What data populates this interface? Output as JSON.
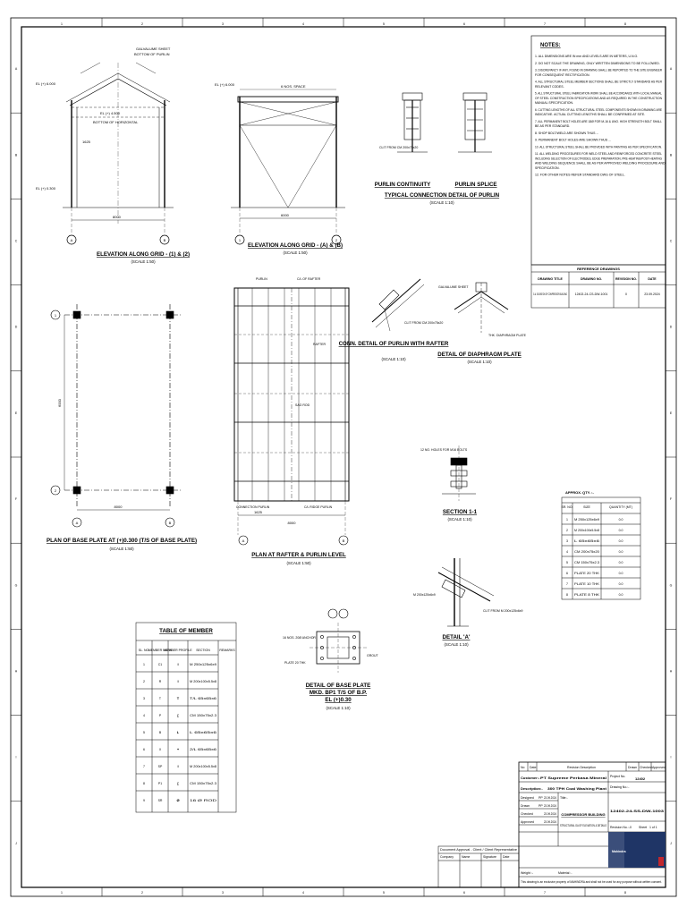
{
  "border": {
    "cols": [
      "1",
      "2",
      "3",
      "4",
      "5",
      "6",
      "7",
      "8"
    ],
    "rows": [
      "A",
      "B",
      "C",
      "D",
      "E",
      "F",
      "G",
      "H",
      "I",
      "J"
    ]
  },
  "elevation_grid_1_2": {
    "title": "ELEVATION ALONG GRID - (1) & (2)",
    "scale": "(SCALE 1:50)",
    "labels": {
      "top_level": "EL (+) 6.000",
      "eave_level": "EL (+) 4.500",
      "base_level": "EL (+) 0.300",
      "span": "8000",
      "dim_left": "1625",
      "note_a": "GALVALUME SHEET",
      "note_b": "BOTTOM OF PURLIN",
      "note_c": "BOTTOM OF HORIZONTAL"
    },
    "grids": [
      "A",
      "B"
    ]
  },
  "elevation_grid_a_b": {
    "title": "ELEVATION ALONG GRID - (A) & (B)",
    "scale": "(SCALE 1:50)",
    "labels": {
      "level": "EL (+) 6.000",
      "top_dim": "6 NOS. SPACE",
      "span": "6000"
    },
    "grids": [
      "1",
      "2"
    ]
  },
  "purlin_details": {
    "continuity": "PURLIN CONTINUITY",
    "splice": "PURLIN SPLICE",
    "title": "TYPICAL CONNECTION DETAIL OF PURLIN",
    "scale": "(SCALE 1:10)",
    "cleat": "CLIT FROM\nCM 200x75x20"
  },
  "notes": {
    "heading": "NOTES:",
    "items": [
      "1. ALL DIMENSIONS ARE IN mm AND LEVELS ARE IN METERS, U.N.O.",
      "2. DO NOT SCALE THE DRAWING, ONLY WRITTEN DIMENSIONS TO BE FOLLOWED.",
      "3. DISCREPANCY IF ANY, FOUND IN DRAWING SHALL BE REPORTED TO THE SITE ENGINEER FOR CONSEQUENT RECTIFICATION.",
      "4. ALL STRUCTURAL STEEL MEMBER SECTIONS SHALL BE STRICTLY STANDARD AS PER RELEVANT CODES.",
      "5. ALL STRUCTURAL STEEL FABRICATION WORK SHALL BE ACCORDANCE WITH LOCAL MANUAL OF STEEL CONSTRUCTION SPECIFICATIONS AND AS REQUIRED IN THE CONSTRUCTION MANUAL SPECIFICATION.",
      "6. CUTTING LENGTHS OF ALL STRUCTURAL STEEL COMPONENTS SHOWN IN DRAWING ARE INDICATIVE. ACTUAL CUTTING LENGTHS SHALL BE CONFIRMED AT SITE.",
      "7. ALL PERMANENT BOLT HOLES ARE 18Ø FOR M-16 & UNO. HIGH STRENGTH BOLT SHALL BE AS PER STANDARD.",
      "8. SHOP BOLT/WELD ARE SHOWN THUS ...",
      "9. PERMANENT BOLT HOLES ARE SHOWN THUS ...",
      "10. ALL STRUCTURAL STEEL SHALL BE PROVIDED WITH PAINTING AS PER SPECIFICATION.",
      "11. ALL WELDING PROCEDURES FOR WELD STEEL AND REINFORCED CONCRETE STEEL INCLUDING SELECTION OF ELECTRODES, EDGE PREPARATION, PRE-HEATING/POST-HEATING AND WELDING SEQUENCE SHALL BE AS PER APPROVED WELDING PROCEDURE AND SPECIFICATION.",
      "12. FOR OTHER NOTES REFER STANDARD DWG OF STEEL."
    ]
  },
  "reference_drawings": {
    "heading": "REFERENCE DRAWINGS",
    "columns": [
      "DRAWING TITLE",
      "DRAWING NO.",
      "REVISION NO.",
      "DATE"
    ],
    "rows": [
      [
        "G.A. ELEVATION OF COMPRESSOR BUILDING",
        "12402-24-CS-DW-1001",
        "0",
        "23.09.2024"
      ]
    ]
  },
  "base_plate_plan": {
    "title": "PLAN OF BASE PLATE AT (+)0.300 (T/S OF BASE PLATE)",
    "scale": "(SCALE 1:50)",
    "span": "8000",
    "depth": "6000",
    "grids_h": [
      "A",
      "B"
    ],
    "grids_v": [
      "1",
      "2"
    ]
  },
  "rafter_plan": {
    "title": "PLAN AT RAFTER & PURLIN LEVEL",
    "scale": "(SCALE 1:50)",
    "span": "8000",
    "dim_left": "1625",
    "labels": {
      "purlin": "PURLIN",
      "cl_rafter": "C/L OF RAFTER",
      "rafter": "RAFTER",
      "sag_rod": "SAG ROD",
      "connection": "CONNECTION PURLIN",
      "cl_ridge": "C/L RIDGE PURLIN"
    },
    "grids_h": [
      "A",
      "B"
    ]
  },
  "purlin_rafter_detail": {
    "title": "CONN. DETAIL OF PURLIN WITH RAFTER",
    "scale": "(SCALE 1:10)",
    "cleat": "CLIT FROM CM 200x75x20"
  },
  "diaphragm_detail": {
    "title": "DETAIL OF DIAPHRAGM PLATE",
    "scale": "(SCALE 1:10)",
    "label_a": "GALVALUME SHEET",
    "label_b": "THK. DIAPHRAGM PLATE"
  },
  "section_1": {
    "title": "SECTION 1-1",
    "scale": "(SCALE 1:10)",
    "label": "12 NO. HOLES FOR M16 BOLTS"
  },
  "detail_a": {
    "title": "DETAIL 'A'",
    "scale": "(SCALE 1:10)",
    "label_a": "CLIT FROM M 200x125x6x9",
    "label_b": "M 200x125x6x9"
  },
  "approx_qty": {
    "heading": "APPROX. QTY. :-",
    "columns": [
      "SR. NO.",
      "SIZE",
      "QUANTITY (MT)"
    ],
    "rows": [
      [
        "1",
        "M 250x125x6x9",
        "0.0"
      ],
      [
        "2",
        "M 200x100x5.5x8",
        "0.0"
      ],
      [
        "3",
        "L 65x65x6",
        "0.0"
      ],
      [
        "4",
        "CM 200x75x20",
        "0.0"
      ],
      [
        "5",
        "CM 150x75x2.3",
        "0.0"
      ],
      [
        "6",
        "PLATE 20 THK",
        "0.0"
      ],
      [
        "7",
        "PLATE 10 THK",
        "0.0"
      ],
      [
        "8",
        "PLATE 8 THK",
        "0.0"
      ]
    ]
  },
  "member_table": {
    "heading": "TABLE OF MEMBER",
    "columns": [
      "SL. NO.",
      "MEMBER MARK",
      "MEMBER PROFILE",
      "SECTION",
      "REMARKS"
    ],
    "rows": [
      [
        "1",
        "C1",
        "I",
        "M 250x125x6x9",
        ""
      ],
      [
        "2",
        "R",
        "I",
        "M 200x100x5.5x8",
        ""
      ],
      [
        "3",
        "T",
        "T",
        "T/L 65x65x6",
        ""
      ],
      [
        "4",
        "P",
        "[",
        "CM 150x75x2.3",
        ""
      ],
      [
        "5",
        "B",
        "L",
        "L 65x65x6",
        ""
      ],
      [
        "6",
        "X",
        "+",
        "2/L 65x65x6",
        ""
      ],
      [
        "7",
        "SP",
        "I",
        "M 200x100x5.5x8",
        ""
      ],
      [
        "8",
        "P1",
        "[",
        "CM 150x75x2.3",
        ""
      ],
      [
        "9",
        "SR",
        "Ø",
        "16 Ø ROD",
        ""
      ]
    ]
  },
  "base_plate_detail": {
    "title": "DETAIL OF BASE PLATE",
    "title2": "MKD. BP1 T/S OF B.P.",
    "title3": "EL (+)0.30",
    "scale": "(SCALE 1:10)",
    "label_a": "16 NOS. 20Ø ANCHOR",
    "label_b": "PLATE 20 THK",
    "label_c": "GROUT"
  },
  "title_block": {
    "rev_headers": [
      "No",
      "Date",
      "Revision Description",
      "Drawn",
      "Checked",
      "Approved"
    ],
    "customer_label": "Customer:-",
    "customer": "PT Supreme Perkasa Mineral",
    "project_label": "Project No.",
    "project_no": "12402",
    "description_label": "Description:-",
    "description": "300 TPH Coal Washing Plant",
    "drawing_no_label": "Drawing No.:-",
    "drawing_no": "12402-24-SS-DW-1003",
    "title_label": "Title:-",
    "title": "COMPRESSOR BUILDING",
    "subtitle": "STRUCTURAL GA OF ELEVATION & DETAILS",
    "revision_label": "Revision No.:-",
    "revision": "0",
    "sheet_label": "Sheet",
    "sheet": "1 of 1",
    "sign_rows": [
      [
        "Designed",
        "PP",
        "23.09.2024"
      ],
      [
        "Drawn",
        "PP",
        "23.09.2024"
      ],
      [
        "Checked",
        "",
        "23.09.2024"
      ],
      [
        "Approved",
        "",
        "23.09.2024"
      ]
    ],
    "approval_heading": "Document Approval - Client / Client Representative",
    "approval_cols": [
      "Company",
      "Name",
      "Signature",
      "Date"
    ],
    "weight_label": "Weight :-",
    "material_label": "Material :-",
    "company": "Mahindra",
    "disclaimer": "This drawing is an exclusive property of MAHINDRA and shall not be used for any purpose without written consent."
  }
}
